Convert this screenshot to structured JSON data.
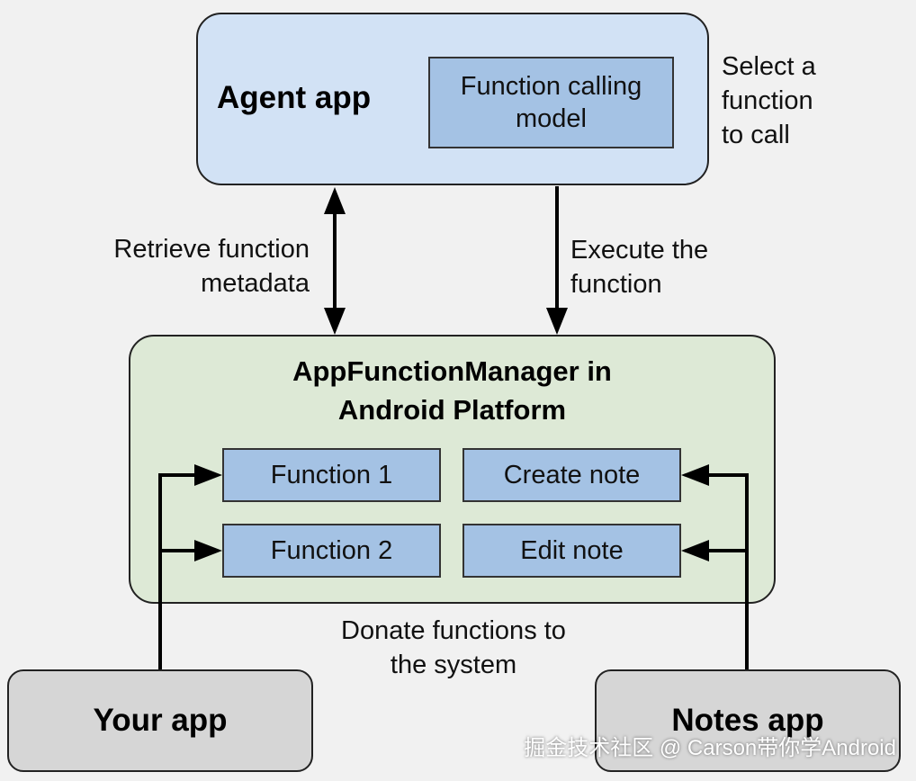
{
  "agent_app": {
    "title": "Agent app",
    "model_box": "Function calling model"
  },
  "side_note": {
    "line1": "Select a",
    "line2": "function",
    "line3": "to call"
  },
  "left_arrow_label": {
    "line1": "Retrieve function",
    "line2": "metadata"
  },
  "right_arrow_label": {
    "line1": "Execute the",
    "line2": "function"
  },
  "manager": {
    "title_line1": "AppFunctionManager in",
    "title_line2": "Android Platform",
    "functions": [
      "Function 1",
      "Create note",
      "Function 2",
      "Edit note"
    ]
  },
  "donate_label": {
    "line1": "Donate functions to",
    "line2": "the system"
  },
  "your_app": {
    "title": "Your app"
  },
  "notes_app": {
    "title": "Notes app"
  },
  "watermark": "掘金技术社区 @ Carson带你学Android",
  "colors": {
    "background": "#f1f1f1",
    "agent_fill": "#d2e2f5",
    "manager_fill": "#dde9d6",
    "function_fill": "#a4c2e4",
    "app_fill": "#d6d6d6"
  }
}
